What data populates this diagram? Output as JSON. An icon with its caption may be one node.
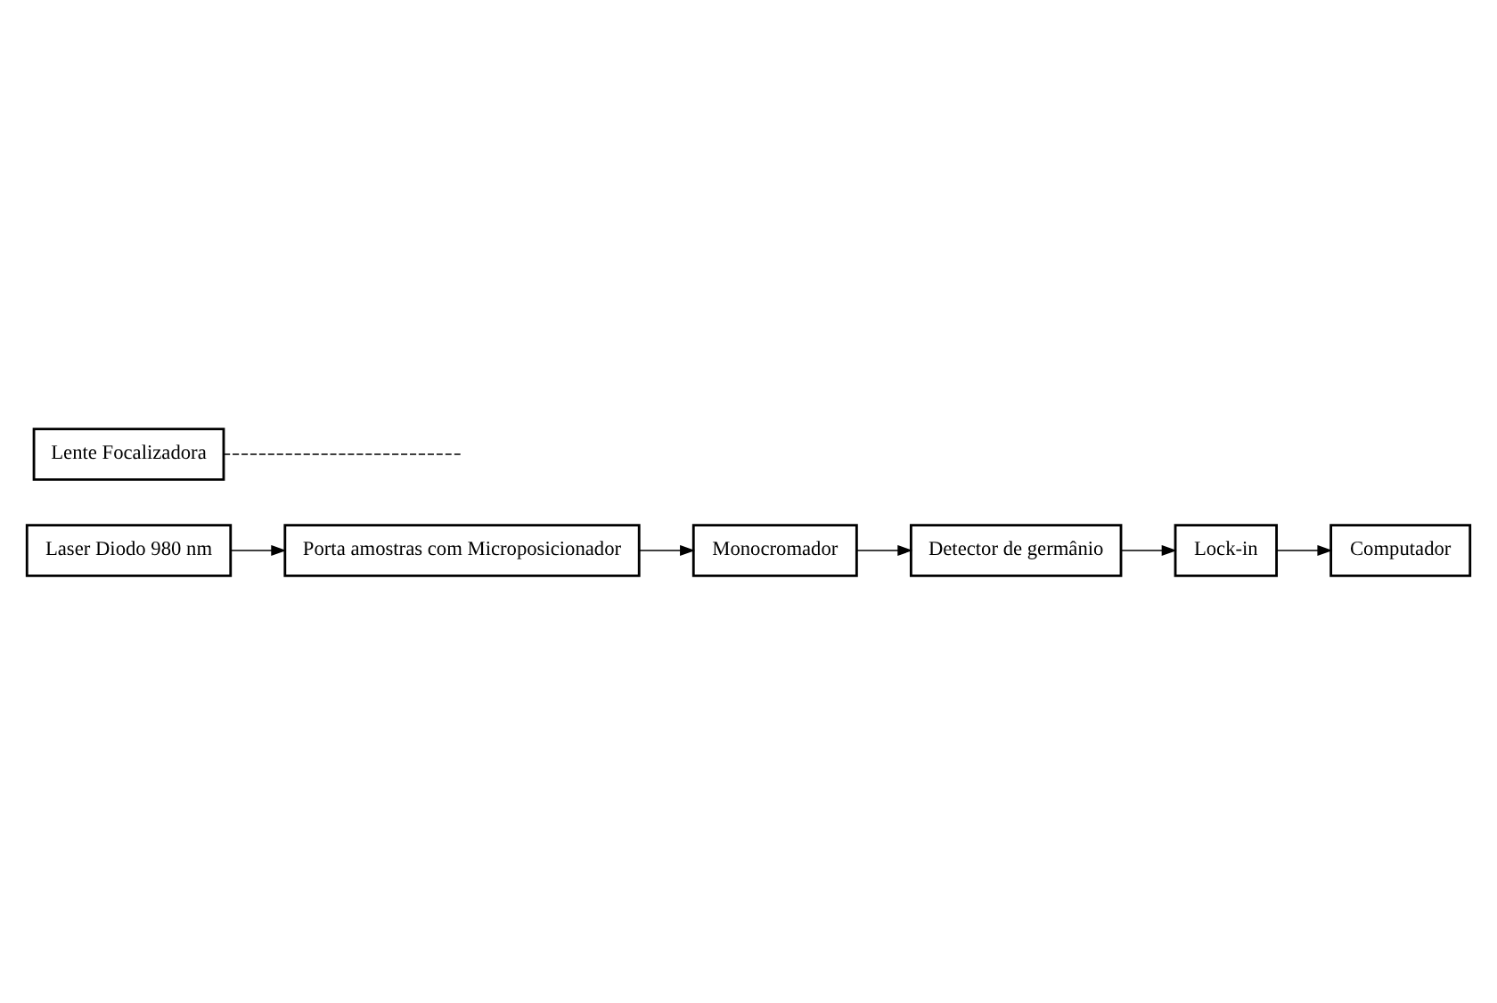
{
  "diagram": {
    "nodes": [
      {
        "text": [
          "Laser Diodo 980 nm"
        ]
      },
      {
        "text": [
          "Lente Focalizadora"
        ]
      },
      {
        "text": [
          "Porta amostras com Microposicionador"
        ]
      },
      {
        "text": [
          "Monocromador"
        ]
      },
      {
        "text": [
          "Detector de germânio"
        ]
      },
      {
        "text": [
          "Lock-in"
        ]
      },
      {
        "text": [
          "Computador"
        ]
      }
    ],
    "edges": [
      {
        "from": 0,
        "to": 2,
        "arrow": "to"
      },
      {
        "from": 1,
        "to": null,
        "arrow": "none",
        "style": "dashed"
      },
      {
        "from": 2,
        "to": 3,
        "arrow": "to"
      },
      {
        "from": 3,
        "to": 4,
        "arrow": "to"
      },
      {
        "from": 4,
        "to": 5,
        "arrow": "to"
      },
      {
        "from": 5,
        "to": 6,
        "arrow": "to"
      }
    ]
  }
}
